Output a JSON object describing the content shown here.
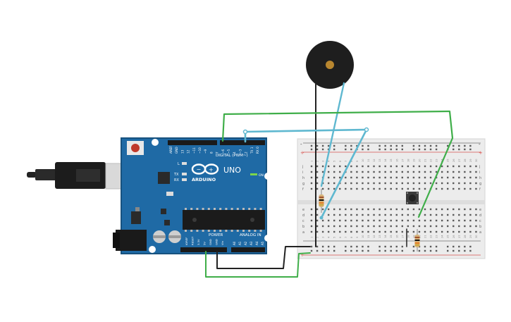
{
  "arduino": {
    "brand": "ARDUINO",
    "model": "UNO",
    "digital_header_label": "DIGITAL (PWM~)",
    "power_label": "POWER",
    "analog_label": "ANALOG IN",
    "on_label": "ON",
    "led_labels": [
      "L",
      "TX",
      "RX"
    ],
    "digital_pins": [
      "AREF",
      "GND",
      "13",
      "12",
      "~11",
      "~10",
      "~9",
      "8",
      "7",
      "~6",
      "~5",
      "4",
      "~3",
      "2",
      "TX 1",
      "RX 0"
    ],
    "power_pins": [
      "IOREF",
      "RESET",
      "3.3V",
      "5V",
      "GND",
      "GND",
      "Vin"
    ],
    "analog_pins": [
      "A0",
      "A1",
      "A2",
      "A3",
      "A4",
      "A5"
    ]
  },
  "breadboard": {
    "row_letters_top": [
      "j",
      "i",
      "h",
      "g",
      "f"
    ],
    "row_letters_bottom": [
      "e",
      "d",
      "c",
      "b",
      "a"
    ],
    "column_numbers": [
      "1",
      "2",
      "3",
      "4",
      "5",
      "6",
      "7",
      "8",
      "9",
      "10",
      "11",
      "12",
      "13",
      "14",
      "15",
      "16",
      "17",
      "18",
      "19",
      "20",
      "21",
      "22",
      "23",
      "24",
      "25",
      "26",
      "27",
      "28",
      "29",
      "30"
    ],
    "rail_plus": "+",
    "rail_minus": "-"
  },
  "colors": {
    "board_blue": "#1f6aa5",
    "board_dark": "#17527f",
    "wire_green": "#3fae49",
    "wire_cyan": "#5fb8d0",
    "wire_black": "#222222",
    "rail_red": "#d9534f",
    "breadboard": "#ececec"
  },
  "icons": [
    "usb-cable-icon",
    "piezo-buzzer-icon",
    "pushbutton-icon",
    "resistor-icon",
    "arduino-infinity-logo-icon"
  ]
}
